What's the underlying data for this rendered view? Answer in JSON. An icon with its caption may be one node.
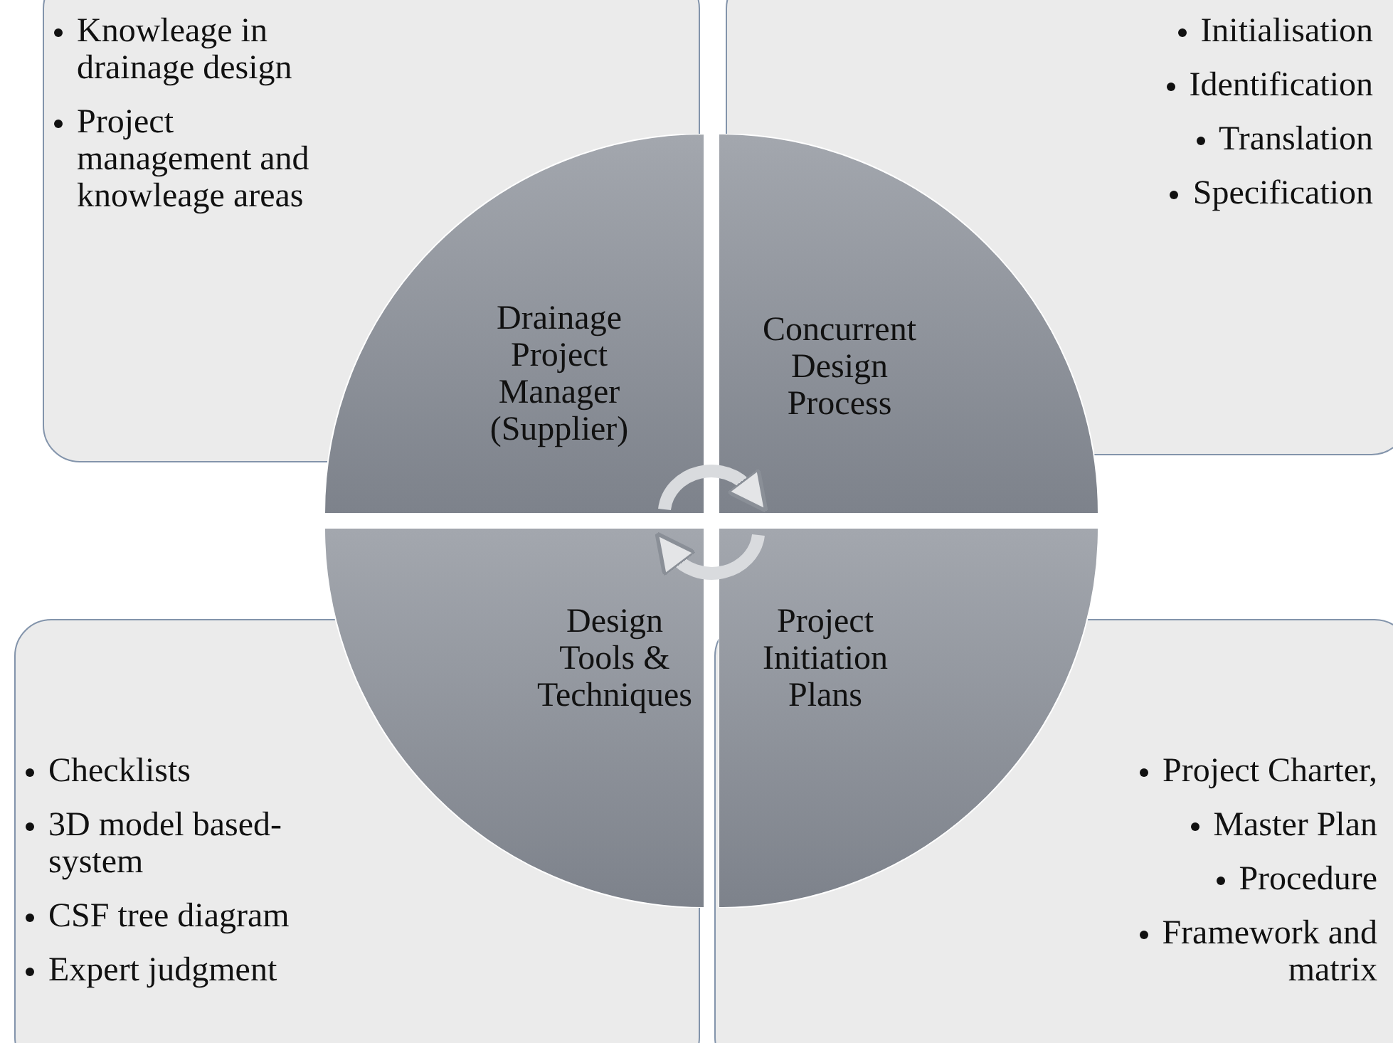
{
  "diagram": {
    "nodes": [
      {
        "text": [
          "Knowleage in drainage design",
          "Project management and knowleage areas"
        ]
      },
      {
        "text": [
          "Initialisation",
          "Identification",
          "Translation",
          "Specification"
        ]
      },
      {
        "text": [
          "Drainage Project Manager (Supplier)"
        ]
      },
      {
        "text": [
          "Concurrent Design Process"
        ]
      },
      {
        "text": [
          "Design Tools & Techniques"
        ]
      },
      {
        "text": [
          "Project Initiation Plans"
        ]
      },
      {
        "text": [
          "Checklists",
          "3D model based-system",
          "CSF tree diagram",
          "Expert judgment"
        ]
      },
      {
        "text": [
          "Project Charter,",
          "Master Plan",
          "Procedure",
          "Framework and matrix"
        ]
      }
    ],
    "edges": [
      {
        "from": 2,
        "to": 3,
        "arrow": "to"
      },
      {
        "from": 5,
        "to": 4,
        "arrow": "to"
      }
    ]
  }
}
